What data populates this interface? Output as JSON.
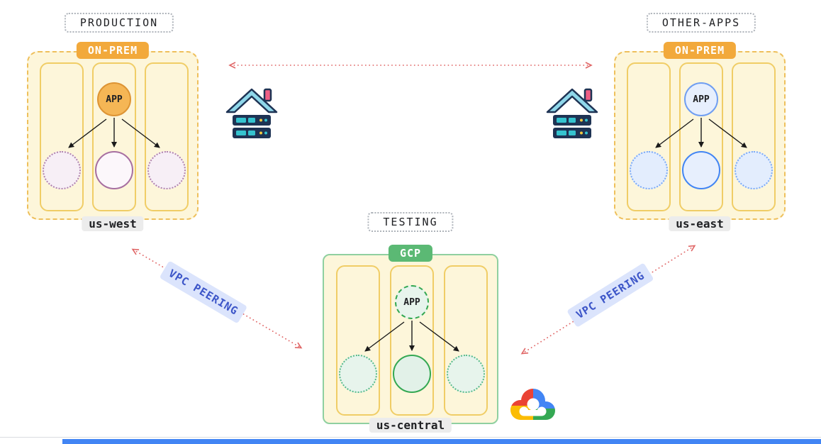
{
  "colors": {
    "on_prem_badge": "#f2a93b",
    "gcp_badge": "#5bb974",
    "region_fill": "#fdf6da",
    "region_border_dashed": "#eec05c",
    "column_border": "#f0cd66",
    "testing_outline": "#8fd0a0",
    "prod_node_purple": "#a76fa1",
    "east_node_blue": "#4285f4",
    "testing_node_green": "#34a853",
    "arrow_red": "#e06666",
    "vpc_label_blue": "#3c55c8",
    "vpc_label_bg": "#dbe4fc",
    "bottom_bar_blue": "#4285f4"
  },
  "production": {
    "title": "PRODUCTION",
    "badge": "ON-PREM",
    "app_label": "APP",
    "region_label": "us-west"
  },
  "other_apps": {
    "title": "OTHER-APPS",
    "badge": "ON-PREM",
    "app_label": "APP",
    "region_label": "us-east"
  },
  "testing": {
    "title": "TESTING",
    "badge": "GCP",
    "app_label": "APP",
    "region_label": "us-central"
  },
  "links": {
    "vpc_peering_left": "VPC PEERING",
    "vpc_peering_right": "VPC PEERING"
  },
  "icons": {
    "left_datacenter": "on-prem-datacenter-icon",
    "right_datacenter": "on-prem-datacenter-icon",
    "gcp_logo": "google-cloud-icon"
  }
}
